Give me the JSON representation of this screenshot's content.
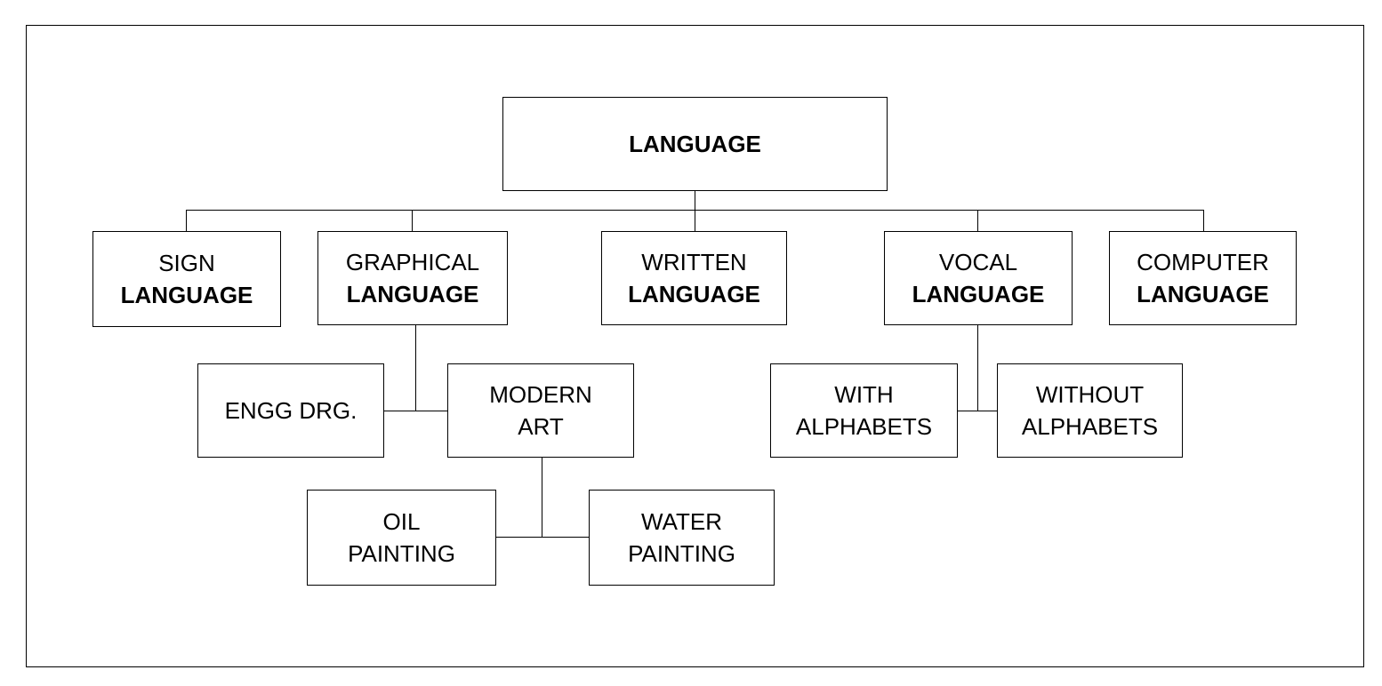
{
  "root": {
    "label": "LANGUAGE"
  },
  "level1": [
    {
      "line1": "SIGN",
      "line2": "LANGUAGE"
    },
    {
      "line1": "GRAPHICAL",
      "line2": "LANGUAGE"
    },
    {
      "line1": "WRITTEN",
      "line2": "LANGUAGE"
    },
    {
      "line1": "VOCAL",
      "line2": "LANGUAGE"
    },
    {
      "line1": "COMPUTER",
      "line2": "LANGUAGE"
    }
  ],
  "graphical_children": [
    {
      "line1": "ENGG DRG.",
      "line2": ""
    },
    {
      "line1": "MODERN",
      "line2": "ART"
    }
  ],
  "vocal_children": [
    {
      "line1": "WITH",
      "line2": "ALPHABETS"
    },
    {
      "line1": "WITHOUT",
      "line2": "ALPHABETS"
    }
  ],
  "modern_art_children": [
    {
      "line1": "OIL",
      "line2": "PAINTING"
    },
    {
      "line1": "WATER",
      "line2": "PAINTING"
    }
  ]
}
